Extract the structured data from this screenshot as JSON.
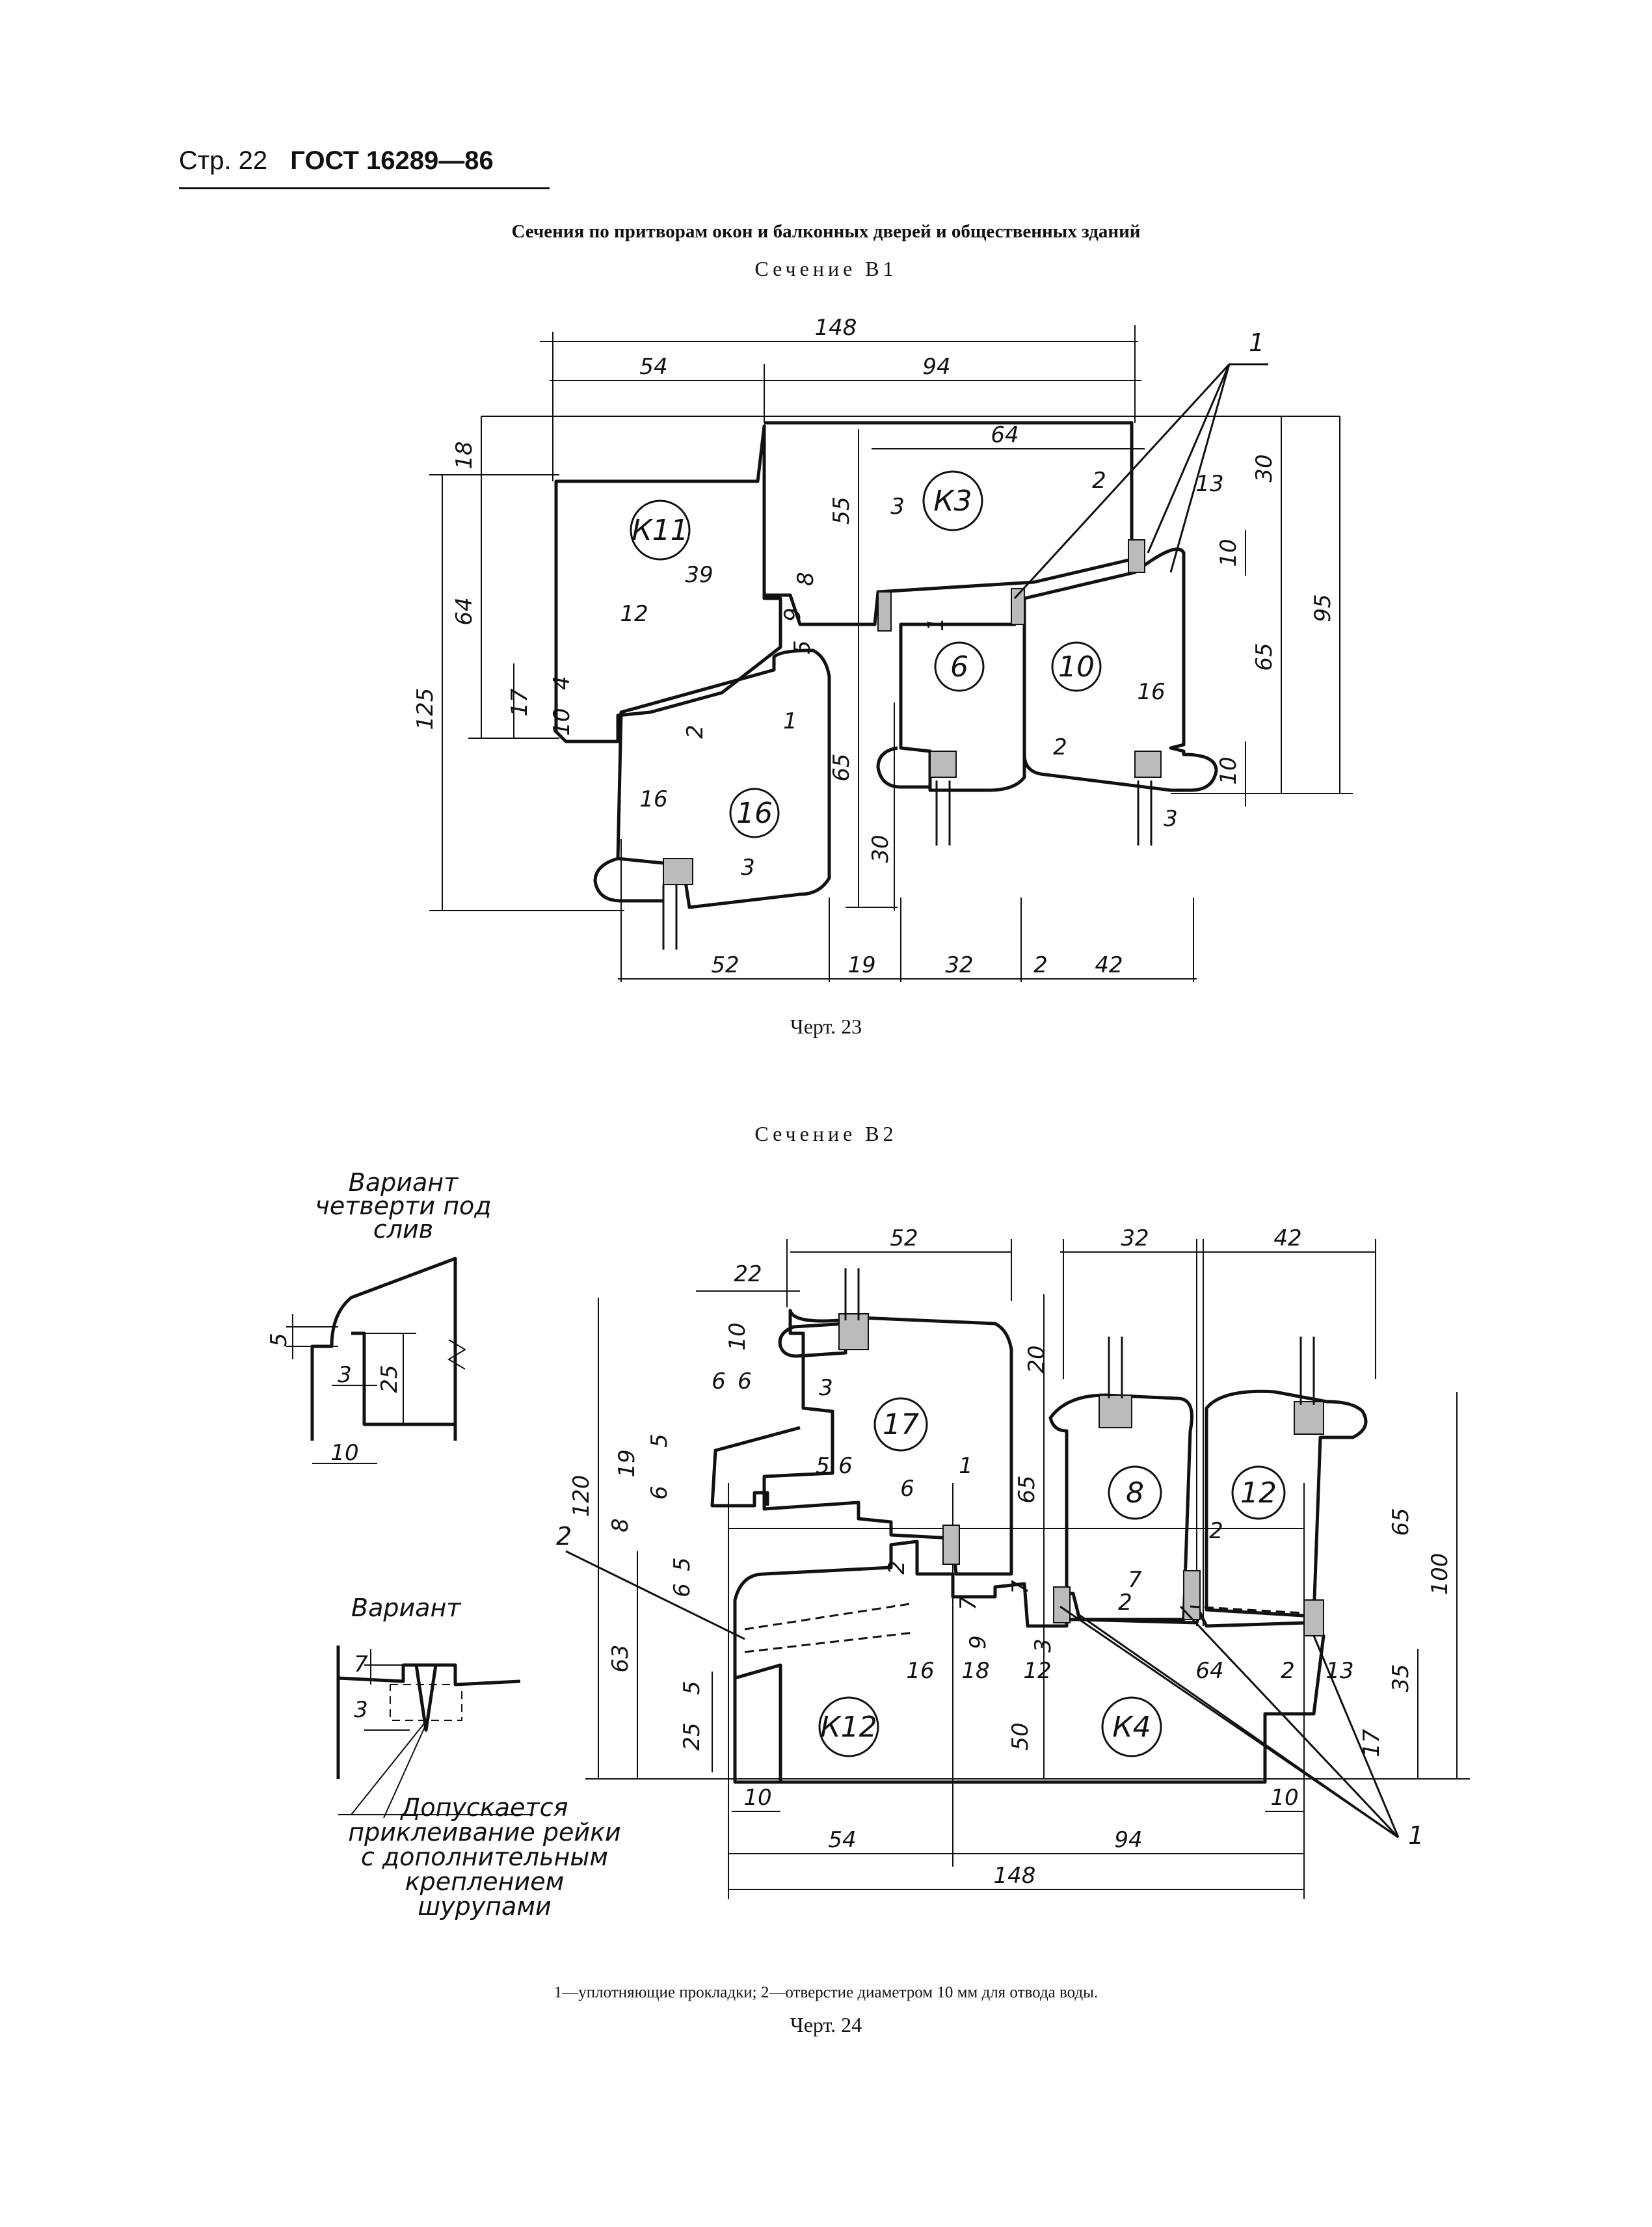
{
  "header": {
    "page": "Стр. 22",
    "standard": "ГОСТ 16289—86"
  },
  "title": "Сечения по притворам окон и балконных дверей и общественных зданий",
  "section1": {
    "caption": "Сечение В1",
    "figure_caption": "Черт. 23",
    "parts": [
      "К11",
      "К3",
      "6",
      "10",
      "16"
    ],
    "dims": [
      "148",
      "54",
      "94",
      "64",
      "18",
      "64",
      "125",
      "55",
      "3",
      "8",
      "9",
      "5",
      "39",
      "12",
      "17",
      "10",
      "4",
      "2",
      "1",
      "65",
      "30",
      "16",
      "3",
      "52",
      "19",
      "32",
      "2",
      "42",
      "13",
      "30",
      "10",
      "95",
      "65",
      "10",
      "16",
      "3",
      "2",
      "2",
      "1"
    ]
  },
  "section2": {
    "caption": "Сечение В2",
    "figure_caption": "Черт. 24",
    "parts": [
      "17",
      "8",
      "12",
      "К12",
      "К4"
    ],
    "dims": [
      "52",
      "32",
      "42",
      "22",
      "10",
      "20",
      "6",
      "6",
      "3",
      "19",
      "5",
      "6",
      "5",
      "6",
      "6",
      "1",
      "120",
      "8",
      "65",
      "2",
      "5",
      "6",
      "63",
      "7",
      "9",
      "3",
      "7",
      "2",
      "7",
      "2",
      "65",
      "100",
      "16",
      "18",
      "12",
      "64",
      "2",
      "13",
      "35",
      "5",
      "25",
      "50",
      "17",
      "10",
      "54",
      "94",
      "10",
      "148"
    ],
    "leaders": [
      "2",
      "1"
    ]
  },
  "variant_drip": {
    "title": "Вариант четверти под слив",
    "dims": [
      "5",
      "3",
      "25",
      "10"
    ]
  },
  "variant_strip": {
    "title": "Вариант",
    "dims": [
      "7",
      "3"
    ],
    "note": "Допускается приклеивание рейки с дополнительным креплением шурупами"
  },
  "legend": "1—уплотняющие прокладки; 2—отверстие диаметром 10 мм для отвода воды."
}
